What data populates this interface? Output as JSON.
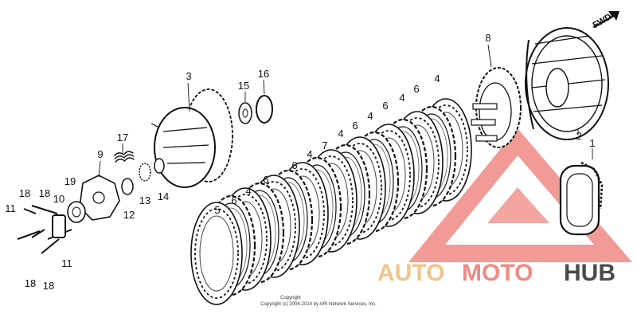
{
  "diagram": {
    "forward_label": "FWD",
    "copyright_lines": [
      "Copyright",
      "Copyright (c) 2004-2014 by ARI Network Services, Inc."
    ],
    "callouts": {
      "c1": "1",
      "c2": "2",
      "c3": "3",
      "c4a": "4",
      "c4b": "4",
      "c4c": "4",
      "c4d": "4",
      "c4e": "4",
      "c4f": "4",
      "c5": "5",
      "c6a": "6",
      "c6b": "6",
      "c6c": "6",
      "c6d": "6",
      "c6e": "6",
      "c6f": "6",
      "c7": "7",
      "c8": "8",
      "c9": "9",
      "c10": "10",
      "c11a": "11",
      "c11b": "11",
      "c12": "12",
      "c13": "13",
      "c14": "14",
      "c15": "15",
      "c16": "16",
      "c17": "17",
      "c18a": "18",
      "c18b": "18",
      "c18c": "18",
      "c18d": "18",
      "c19": "19"
    }
  },
  "watermark": {
    "part1": "AUTO",
    "part2": "MOTO",
    "part3": "HUB",
    "colors": {
      "auto": "#f2c48b",
      "moto": "#f08a84",
      "hub": "#4a4a4a",
      "triangle": "#f08a84"
    }
  }
}
